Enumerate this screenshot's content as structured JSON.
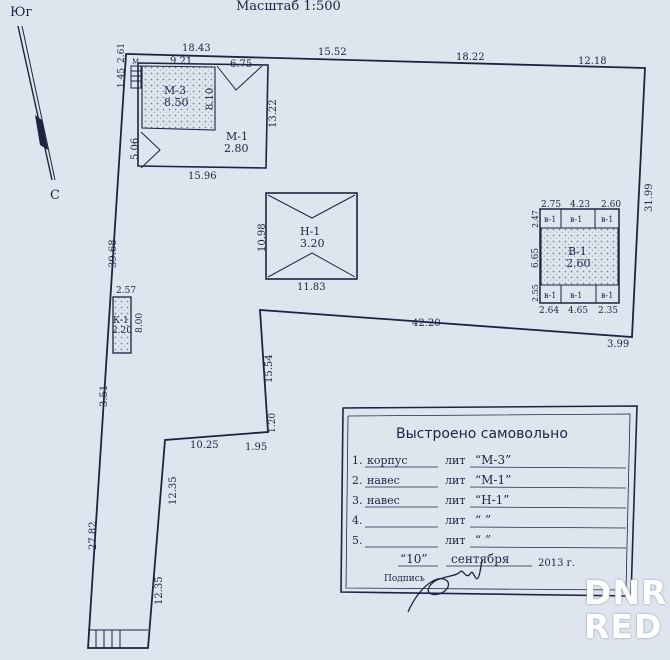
{
  "header": {
    "scale": "Масштаб 1:500"
  },
  "compass": {
    "south": "Юг",
    "north": "С"
  },
  "dims": {
    "d_1843": "18.43",
    "d_1552": "15.52",
    "d_1822": "18.22",
    "d_1218": "12.18",
    "d_261": "2.61",
    "d_145": "1.45",
    "d_921": "9.21",
    "d_675": "6.75",
    "d_810": "8.10",
    "d_1322": "13.22",
    "d_506": "5.06",
    "d_1596": "15.96",
    "d_3968": "39.68",
    "d_1098": "10.98",
    "d_1183": "11.83",
    "d_3199": "31.99",
    "d_275": "2.75",
    "d_423": "4.23",
    "d_260": "2.60",
    "d_247": "2.47",
    "d_665": "6.65",
    "d_255": "2.55",
    "d_264": "2.64",
    "d_465": "4.65",
    "d_235": "2.35",
    "d_4220": "42.20",
    "d_399": "3.99",
    "d_257": "2.57",
    "d_800": "8.00",
    "d_1554": "15.54",
    "d_351": "3.51",
    "d_120": "1.20",
    "d_1025": "10.25",
    "d_195": "1.95",
    "d_1235a": "12.35",
    "d_2782": "27.82",
    "d_1235b": "12.35"
  },
  "buildings": {
    "m3": {
      "name": "М-3",
      "height": "8.50",
      "tag": "М"
    },
    "m1": {
      "name": "М-1",
      "height": "2.80"
    },
    "n1": {
      "name": "Н-1",
      "height": "3.20"
    },
    "b1": {
      "name": "В-1",
      "height": "2.60",
      "cell": "в-1"
    },
    "k1": {
      "name": "К-1",
      "height": "2.20"
    }
  },
  "stamp": {
    "title": "Выстроено самовольно",
    "lit_word": "лит",
    "rows": [
      {
        "num": "1.",
        "item": "корпус",
        "lit": "“М-3”"
      },
      {
        "num": "2.",
        "item": "навес",
        "lit": "“М-1”"
      },
      {
        "num": "3.",
        "item": "навес",
        "lit": "“Н-1”"
      },
      {
        "num": "4.",
        "item": "",
        "lit": "“     ”"
      },
      {
        "num": "5.",
        "item": "",
        "lit": "“     ”"
      }
    ],
    "day": "“10”",
    "month": "сентября",
    "year": "2013 г.",
    "sign_label": "Подпись"
  },
  "watermark": {
    "line1": "DNR",
    "line2": "RED"
  },
  "colors": {
    "paper": "#dfe5ef",
    "ink": "#1d2440",
    "hatch": "#aab1bd"
  }
}
